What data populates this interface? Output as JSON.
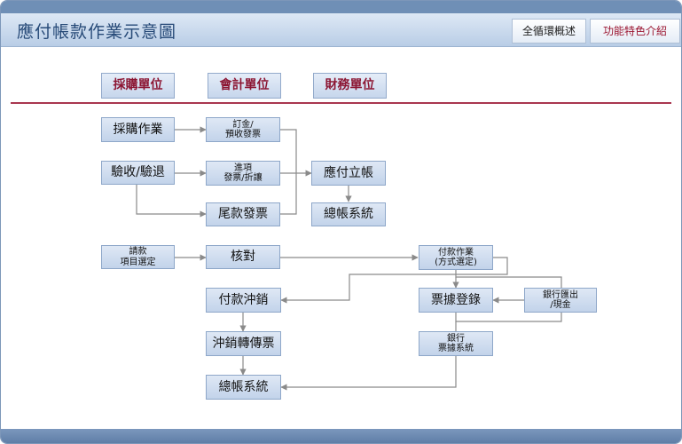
{
  "header": {
    "title": "應付帳款作業示意圖",
    "tabs": [
      "全循環概述",
      "功能特色介紹"
    ]
  },
  "units": [
    "採購單位",
    "會計單位",
    "財務單位"
  ],
  "nodes": {
    "purchase": "採購作業",
    "order_prepay": "訂金/\n預收發票",
    "inspect": "驗收/驗退",
    "invoice_discount": "進項\n發票/折讓",
    "final_invoice": "尾款發票",
    "ap_create": "應付立帳",
    "gl_top": "總帳系統",
    "payment_request": "請款\n項目選定",
    "verify": "核對",
    "payment_method": "付款作業\n(方式選定)",
    "payment_offset": "付款沖銷",
    "note_register": "票據登錄",
    "bank_remit": "銀行匯出\n/現金",
    "offset_voucher": "沖銷轉傳票",
    "bank_note_system": "銀行\n票據系統",
    "gl_bottom": "總帳系統"
  },
  "colors": {
    "title": "#274a78",
    "unit_text": "#8c1633",
    "divider": "#a9374f",
    "box_border": "#8ea7c9",
    "line": "#8a8a8a"
  }
}
